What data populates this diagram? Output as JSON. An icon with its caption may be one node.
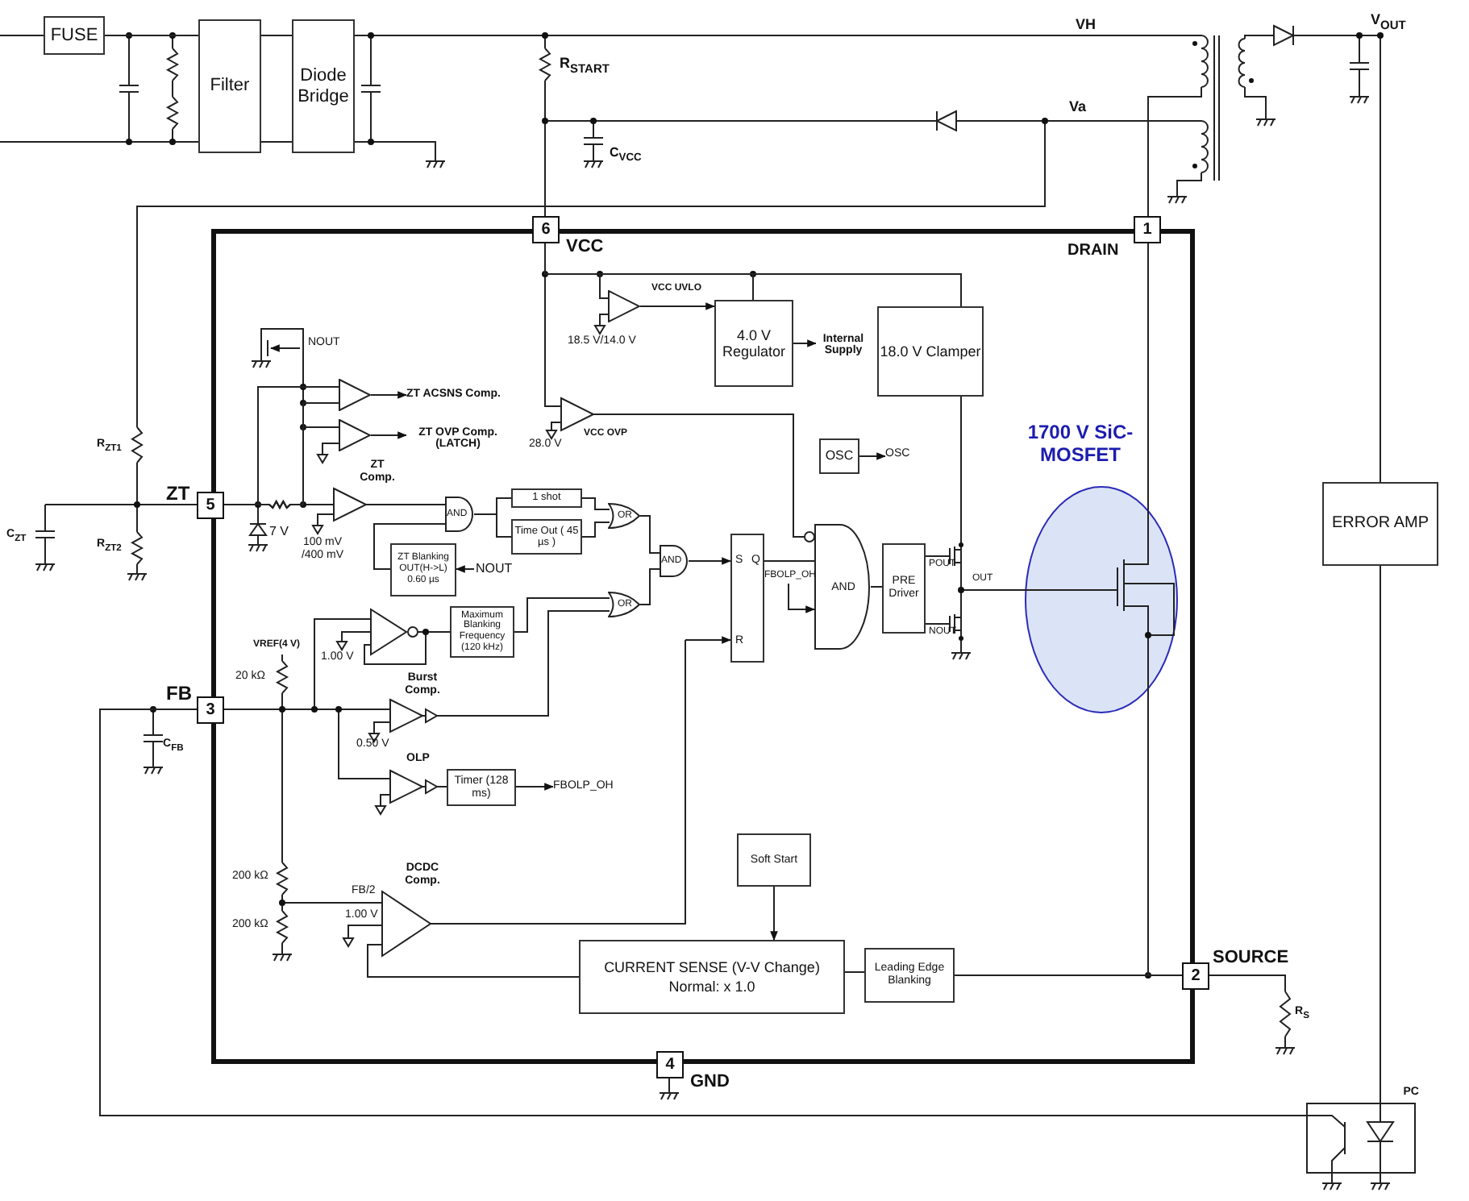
{
  "diagram": {
    "nodes": [
      {
        "text": [
          "FUSE"
        ]
      },
      {
        "text": [
          "Filter"
        ]
      },
      {
        "text": [
          "Diode Bridge"
        ]
      },
      {
        "text": [],
        "shape": "box"
      },
      {
        "text": [
          "6"
        ],
        "beside": [
          "VCC"
        ]
      },
      {
        "text": [
          "1"
        ],
        "beside": [
          "DRAIN"
        ]
      },
      {
        "text": [
          "5"
        ],
        "beside": [
          "ZT"
        ]
      },
      {
        "text": [
          "3"
        ],
        "beside": [
          "FB"
        ]
      },
      {
        "text": [
          "2"
        ],
        "beside": [
          "SOURCE"
        ]
      },
      {
        "text": [
          "4"
        ],
        "beside": [
          "GND"
        ]
      },
      {
        "text": [
          "4.0 V Regulator"
        ],
        "in": 3
      },
      {
        "text": [
          "18.0 V Clamper"
        ],
        "in": 3
      },
      {
        "text": [
          "OSC"
        ],
        "in": 3
      },
      {
        "text": [
          "1 shot"
        ],
        "in": 3
      },
      {
        "text": [
          "Time Out ( 45 µs )"
        ],
        "in": 3
      },
      {
        "text": [
          "ZT Blanking OUT(H->L) 0.60 µs"
        ],
        "in": 3
      },
      {
        "text": [
          "Maximum Blanking Frequency (120 kHz)"
        ],
        "in": 3
      },
      {
        "text": [
          "AND"
        ],
        "in": 3
      },
      {
        "text": [
          "OR"
        ],
        "in": 3
      },
      {
        "text": [
          "OR"
        ],
        "in": 3
      },
      {
        "text": [
          "AND"
        ],
        "in": 3
      },
      {
        "text": [
          "S",
          "Q",
          "R"
        ],
        "in": 3
      },
      {
        "text": [
          "AND"
        ],
        "in": 3
      },
      {
        "text": [
          "PRE Driver"
        ],
        "in": 3
      },
      {
        "text": [
          "Timer (128 ms)"
        ],
        "in": 3
      },
      {
        "text": [
          "Soft Start"
        ],
        "in": 3
      },
      {
        "text": [
          "CURRENT SENSE (V-V Change)",
          "Normal: x 1.0"
        ],
        "in": 3
      },
      {
        "text": [
          "Leading Edge Blanking"
        ],
        "in": 3
      },
      {
        "text": [
          "1700 V SiC-MOSFET"
        ],
        "in": 3
      },
      {
        "text": [
          "ERROR AMP"
        ]
      },
      {
        "text": [
          "PC"
        ]
      },
      {
        "text": [
          "Internal Supply"
        ],
        "in": 3
      },
      {
        "text": [
          "OSC"
        ],
        "in": 3
      },
      {
        "text": [
          "FBOLP_OH"
        ],
        "in": 3
      },
      {
        "text": [
          "FBOLP_OH"
        ],
        "in": 3
      },
      {
        "text": [],
        "shape": "triangle",
        "in": 3
      },
      {
        "text": [],
        "shape": "triangle",
        "in": 3
      },
      {
        "text": [],
        "shape": "triangle",
        "in": 3
      },
      {
        "text": [
          "ZT ACSNS Comp."
        ],
        "in": 3
      },
      {
        "text": [
          "ZT OVP Comp. (LATCH)"
        ],
        "in": 3
      }
    ],
    "edges": [
      {
        "from": 0,
        "to": 1,
        "arrow": "none"
      },
      {
        "from": 1,
        "to": 2,
        "arrow": "none"
      },
      {
        "from": 1,
        "to": 2,
        "arrow": "none"
      },
      {
        "from": 4,
        "to": 10,
        "arrow": "none"
      },
      {
        "from": 4,
        "to": 11,
        "arrow": "none"
      },
      {
        "from": 10,
        "to": 31,
        "arrow": "to"
      },
      {
        "from": 12,
        "to": 32,
        "arrow": "to"
      },
      {
        "from": 17,
        "to": 13,
        "arrow": "none"
      },
      {
        "from": 17,
        "to": 14,
        "arrow": "none"
      },
      {
        "from": 13,
        "to": 18,
        "arrow": "none"
      },
      {
        "from": 14,
        "to": 18,
        "arrow": "none"
      },
      {
        "from": 15,
        "to": 17,
        "arrow": "none"
      },
      {
        "from": 18,
        "to": 20,
        "arrow": "none"
      },
      {
        "from": 19,
        "to": 20,
        "arrow": "none"
      },
      {
        "from": 16,
        "to": 19,
        "arrow": "none"
      },
      {
        "from": 20,
        "to": 21,
        "arrow": "to"
      },
      {
        "from": 21,
        "to": 22,
        "arrow": "none"
      },
      {
        "from": 22,
        "to": 23,
        "arrow": "none"
      },
      {
        "from": 25,
        "to": 26,
        "arrow": "to"
      },
      {
        "from": 26,
        "to": 27,
        "arrow": "none"
      },
      {
        "from": 27,
        "to": 8,
        "arrow": "none"
      },
      {
        "from": 5,
        "to": 28,
        "arrow": "none"
      },
      {
        "from": 28,
        "to": 8,
        "arrow": "none"
      },
      {
        "from": 29,
        "to": 30,
        "arrow": "none"
      },
      {
        "from": 30,
        "to": 7,
        "arrow": "none"
      },
      {
        "from": 33,
        "to": 22,
        "arrow": "to"
      },
      {
        "from": 24,
        "to": 34,
        "arrow": "to"
      },
      {
        "from": 35,
        "to": 10,
        "arrow": "to"
      },
      {
        "from": 36,
        "to": 38,
        "arrow": "to"
      },
      {
        "from": 37,
        "to": 39,
        "arrow": "to"
      },
      {
        "from": 6,
        "to": 36,
        "arrow": "none"
      },
      {
        "from": 6,
        "to": 36,
        "arrow": "none"
      },
      {
        "from": 6,
        "to": 37,
        "arrow": "none"
      },
      {
        "from": 4,
        "to": 35,
        "arrow": "none"
      }
    ],
    "labels": [
      "VH",
      "V$_{OUT}$",
      "R$_{START}$",
      "Va",
      "C$_{VCC}$",
      "NOUT",
      "VCC UVLO",
      "18.5 V/14.0 V",
      "28.0 V",
      "VCC OVP",
      "R$_{ZT1}$",
      "ZT Comp.",
      "C$_{ZT}$",
      "R$_{ZT2}$",
      "7 V",
      "100 mV /400 mV",
      "NOUT",
      "POUT",
      "OUT",
      "NOUT",
      "VREF(4 V)",
      "1.00 V",
      "20 kΩ",
      "C$_{FB}$",
      "Burst Comp.",
      "0.50 V",
      "OLP",
      "200 kΩ",
      "FB/2",
      "DCDC Comp.",
      "200 kΩ",
      "1.00 V",
      "R$_{S}$"
    ]
  }
}
